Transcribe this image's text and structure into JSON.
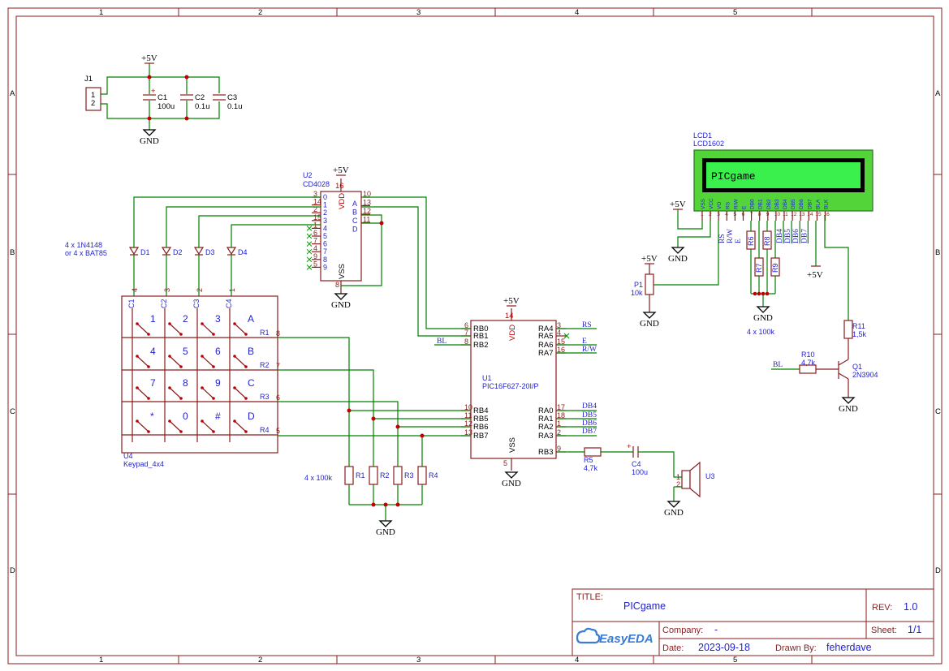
{
  "border": {
    "columns": [
      "1",
      "2",
      "3",
      "4",
      "5"
    ],
    "rows": [
      "A",
      "B",
      "C",
      "D"
    ]
  },
  "power": {
    "vcc": "+5V",
    "gnd": "GND"
  },
  "components": {
    "j1": {
      "ref": "J1",
      "pins": [
        "1",
        "2"
      ]
    },
    "c1": {
      "ref": "C1",
      "value": "100u",
      "plus": "+"
    },
    "c2": {
      "ref": "C2",
      "value": "0.1u"
    },
    "c3": {
      "ref": "C3",
      "value": "0.1u"
    },
    "u2": {
      "ref": "U2",
      "value": "CD4028",
      "vdd": "VDD",
      "vss": "VSS",
      "vdd_pin": "16",
      "vss_pin": "8",
      "left_pins": [
        "3",
        "14",
        "2",
        "15",
        "1",
        "6",
        "7",
        "4",
        "9",
        "5"
      ],
      "left_labels": [
        "0",
        "1",
        "2",
        "3",
        "4",
        "5",
        "6",
        "7",
        "8",
        "9"
      ],
      "right_pins": [
        "10",
        "13",
        "12",
        "11"
      ],
      "right_labels": [
        "A",
        "B",
        "C",
        "D"
      ]
    },
    "diodes_note": [
      "4 x 1N4148",
      "or 4 x BAT85"
    ],
    "diodes": [
      "D1",
      "D2",
      "D3",
      "D4"
    ],
    "keypad": {
      "ref": "U4",
      "value": "Keypad_4x4",
      "cols": [
        "C1",
        "C2",
        "C3",
        "C4"
      ],
      "col_pins": [
        "4",
        "3",
        "2",
        "1"
      ],
      "rows": [
        "R1",
        "R2",
        "R3",
        "R4"
      ],
      "row_pins": [
        "8",
        "7",
        "6",
        "5"
      ],
      "keys": [
        "1",
        "2",
        "3",
        "A",
        "4",
        "5",
        "6",
        "B",
        "7",
        "8",
        "9",
        "C",
        "*",
        "0",
        "#",
        "D"
      ]
    },
    "u1": {
      "ref": "U1",
      "value": "PIC16F627-20I/P",
      "vdd": "VDD",
      "vss": "VSS",
      "vdd_pin": "14",
      "vss_pin": "5",
      "left_pins": [
        "6",
        "7",
        "8",
        "10",
        "11",
        "12",
        "13"
      ],
      "left_labels": [
        "RB0",
        "RB1",
        "RB2",
        "RB4",
        "RB5",
        "RB6",
        "RB7"
      ],
      "right_pins": [
        "3",
        "4",
        "15",
        "16",
        "17",
        "18",
        "1",
        "2",
        "9"
      ],
      "right_labels": [
        "RA4",
        "RA5",
        "RA6",
        "RA7",
        "RA0",
        "RA1",
        "RA2",
        "RA3",
        "RB3"
      ]
    },
    "pulldowns": {
      "note": "4 x 100k",
      "refs": [
        "R1",
        "R2",
        "R3",
        "R4"
      ]
    },
    "r5": {
      "ref": "R5",
      "value": "4,7k"
    },
    "c4": {
      "ref": "C4",
      "value": "100u"
    },
    "u3": {
      "ref": "U3",
      "pins": [
        "1",
        "2"
      ]
    },
    "lcd": {
      "ref": "LCD1",
      "value": "LCD1602",
      "screen_text": "PICgame",
      "pin_numbers": [
        "1",
        "2",
        "3",
        "4",
        "5",
        "6",
        "7",
        "8",
        "9",
        "10",
        "11",
        "12",
        "13",
        "14",
        "15",
        "16"
      ],
      "pin_labels": [
        "VSS",
        "VCC",
        "VO",
        "RS",
        "R/W",
        "E",
        "DB0",
        "DB1",
        "DB2",
        "DB3",
        "DB4",
        "DB5",
        "DB6",
        "DB7",
        "BLA",
        "BLK"
      ]
    },
    "p1": {
      "ref": "P1",
      "value": "10k"
    },
    "lcd_pulls": {
      "note": "4 x 100k",
      "refs": [
        "R6",
        "R7",
        "R8",
        "R9"
      ]
    },
    "r10": {
      "ref": "R10",
      "value": "4,7k"
    },
    "r11": {
      "ref": "R11",
      "value": "1,5k"
    },
    "q1": {
      "ref": "Q1",
      "value": "2N3904"
    }
  },
  "nets": {
    "rs": "RS",
    "rw": "R/W",
    "e": "E",
    "bl": "BL",
    "db": [
      "DB4",
      "DB5",
      "DB6",
      "DB7"
    ]
  },
  "titleblock": {
    "title_label": "TITLE:",
    "title": "PICgame",
    "rev_label": "REV:",
    "rev": "1.0",
    "company_label": "Company:",
    "company": "-",
    "sheet_label": "Sheet:",
    "sheet": "1/1",
    "date_label": "Date:",
    "date": "2023-09-18",
    "drawn_label": "Drawn By:",
    "drawn": "feherdave",
    "logo": "EasyEDA"
  }
}
